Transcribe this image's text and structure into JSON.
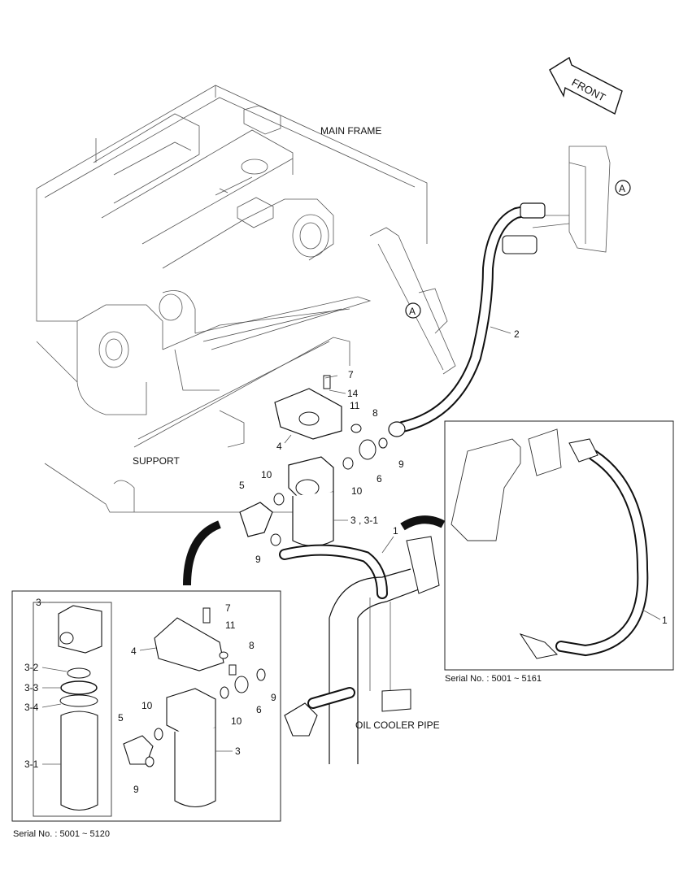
{
  "labels": {
    "front": "FRONT",
    "main_frame": "MAIN FRAME",
    "support": "SUPPORT",
    "oil_cooler_pipe": "OIL COOLER PIPE",
    "detail_a": "A",
    "serial_right": "Serial No. : 5001 ~ 5161",
    "serial_left": "Serial No. : 5001 ~ 5120"
  },
  "callouts_main": {
    "c7": "7",
    "c14": "14",
    "c11": "11",
    "c8": "8",
    "c4": "4",
    "c9a": "9",
    "c6": "6",
    "c10a": "10",
    "c10b": "10",
    "c5": "5",
    "c3": "3 , 3-1",
    "c9b": "9",
    "c1": "1",
    "c2": "2"
  },
  "callouts_left": {
    "c3": "3",
    "c3_2": "3-2",
    "c3_3": "3-3",
    "c3_4": "3-4",
    "c3_1": "3-1",
    "c7": "7",
    "c11": "11",
    "c8": "8",
    "c4": "4",
    "c9a": "9",
    "c6": "6",
    "c10a": "10",
    "c10b": "10",
    "c5": "5",
    "c3b": "3",
    "c9b": "9"
  },
  "callouts_right": {
    "c1": "1"
  }
}
